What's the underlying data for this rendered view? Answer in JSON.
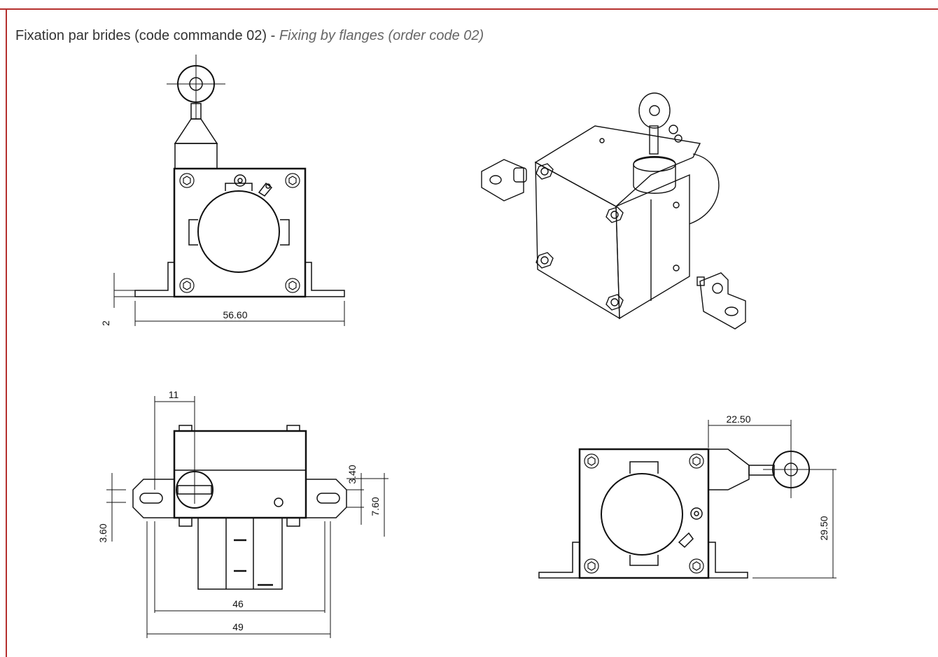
{
  "header": {
    "title_fr": "Fixation par brides (code commande 02)",
    "separator": " - ",
    "title_en": "Fixing by flanges (order code 02)"
  },
  "dimensions": {
    "front_height": "2",
    "front_width": "56.60",
    "top_offset": "11",
    "top_small_height": "3.40",
    "top_slot_height": "7.60",
    "top_left_height": "3.60",
    "top_inner_width": "46",
    "top_outer_width": "49",
    "side_cable_offset": "22.50",
    "side_height": "29.50"
  },
  "colors": {
    "frame": "#b5302e",
    "line": "#111111"
  }
}
